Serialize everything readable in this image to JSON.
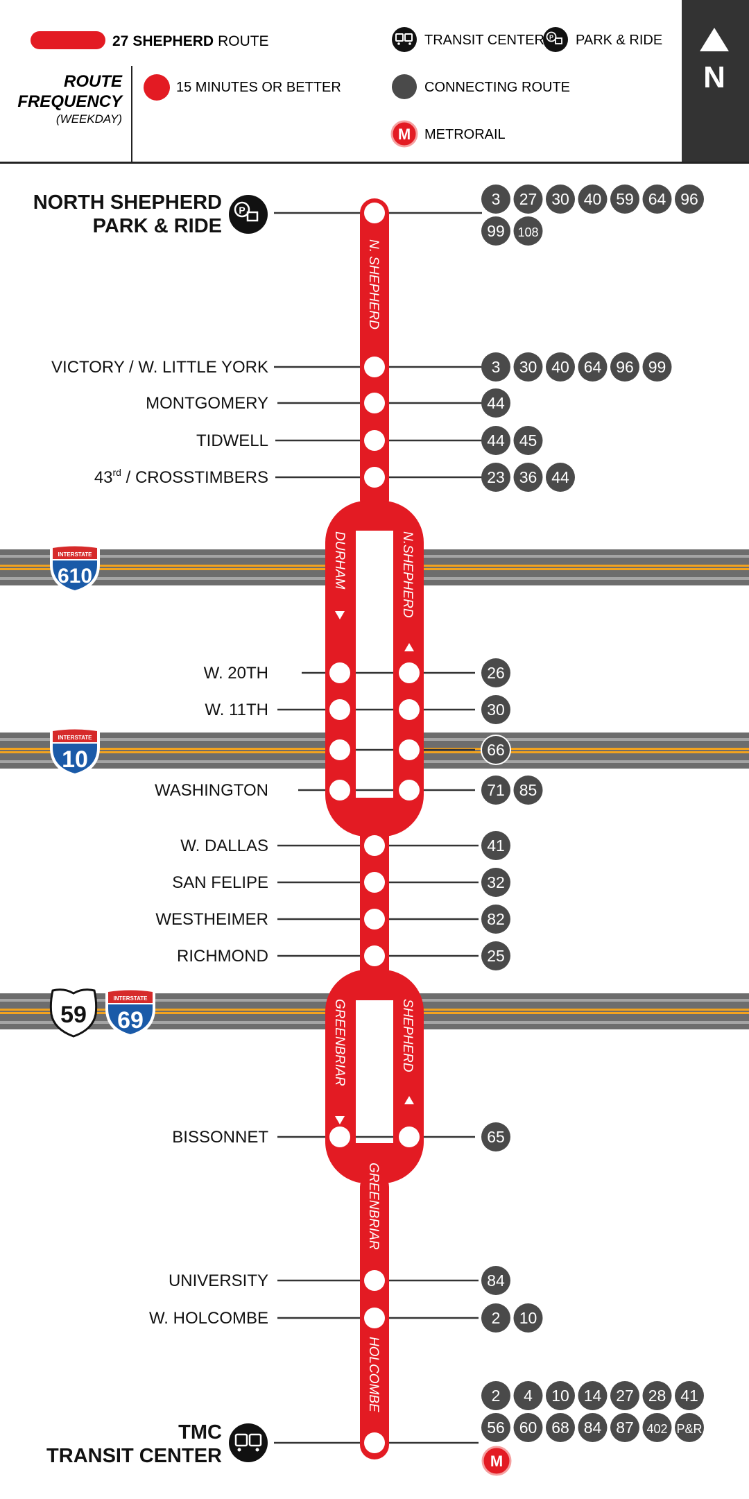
{
  "legend": {
    "route_number": "27",
    "route_name": "SHEPHERD",
    "route_word": "ROUTE",
    "frequency_line1": "ROUTE",
    "frequency_line2": "FREQUENCY",
    "frequency_line3": "(WEEKDAY)",
    "frequency_value": "15 MINUTES OR BETTER",
    "transit_center": "TRANSIT CENTER",
    "park_ride": "PARK & RIDE",
    "connecting_route": "CONNECTING ROUTE",
    "metrorail": "METRORAIL",
    "north": "N"
  },
  "colors": {
    "route_red": "#e31b23",
    "connector_gray": "#4a4a4a",
    "dark": "#333333",
    "highway_gray": "#6d6d6d",
    "highway_stripe": "#f3a31f",
    "interstate_blue": "#1a5aa8",
    "interstate_red": "#d62a2a"
  },
  "highways": {
    "i610": {
      "shield": "interstate",
      "top": "INTERSTATE",
      "number": "610"
    },
    "i10": {
      "shield": "interstate",
      "top": "INTERSTATE",
      "number": "10"
    },
    "us59": {
      "shield": "us-route",
      "number": "59"
    },
    "i69": {
      "shield": "interstate",
      "top": "INTERSTATE",
      "number": "69"
    }
  },
  "street_labels": {
    "n_shepherd": "N. SHEPHERD",
    "durham": "DURHAM",
    "n_shepherd_nb": "N.SHEPHERD",
    "greenbriar_sb": "GREENBRIAR",
    "shepherd_nb": "SHEPHERD",
    "greenbriar": "GREENBRIAR",
    "holcombe": "HOLCOMBE"
  },
  "stops": {
    "north_shepherd": {
      "line1": "NORTH SHEPHERD",
      "line2": "PARK & RIDE",
      "icon": "park-ride-icon",
      "routes": [
        "3",
        "27",
        "30",
        "40",
        "59",
        "64",
        "96",
        "99",
        "108"
      ]
    },
    "victory": {
      "name": "VICTORY / W. LITTLE YORK",
      "routes": [
        "3",
        "30",
        "40",
        "64",
        "96",
        "99"
      ]
    },
    "montgomery": {
      "name": "MONTGOMERY",
      "routes": [
        "44"
      ]
    },
    "tidwell": {
      "name": "TIDWELL",
      "routes": [
        "44",
        "45"
      ]
    },
    "crosstimbers": {
      "name_pre": "43",
      "name_sup": "rd",
      "name_post": " / CROSSTIMBERS",
      "routes": [
        "23",
        "36",
        "44"
      ]
    },
    "w20th": {
      "name": "W. 20TH",
      "routes": [
        "26"
      ]
    },
    "w11th": {
      "name": "W. 11TH",
      "routes": [
        "30"
      ]
    },
    "i10_stop": {
      "routes": [
        "66"
      ]
    },
    "washington": {
      "name": "WASHINGTON",
      "routes": [
        "71",
        "85"
      ]
    },
    "w_dallas": {
      "name": "W. DALLAS",
      "routes": [
        "41"
      ]
    },
    "san_felipe": {
      "name": "SAN FELIPE",
      "routes": [
        "32"
      ]
    },
    "westheimer": {
      "name": "WESTHEIMER",
      "routes": [
        "82"
      ]
    },
    "richmond": {
      "name": "RICHMOND",
      "routes": [
        "25"
      ]
    },
    "bissonnet": {
      "name": "BISSONNET",
      "routes": [
        "65"
      ]
    },
    "university": {
      "name": "UNIVERSITY",
      "routes": [
        "84"
      ]
    },
    "w_holcombe": {
      "name": "W. HOLCOMBE",
      "routes": [
        "2",
        "10"
      ]
    },
    "tmc": {
      "line1": "TMC",
      "line2": "TRANSIT CENTER",
      "icon": "transit-center-icon",
      "routes": [
        "2",
        "4",
        "10",
        "14",
        "27",
        "28",
        "41",
        "56",
        "60",
        "68",
        "84",
        "87",
        "402",
        "P&R"
      ],
      "rail": "M"
    }
  }
}
